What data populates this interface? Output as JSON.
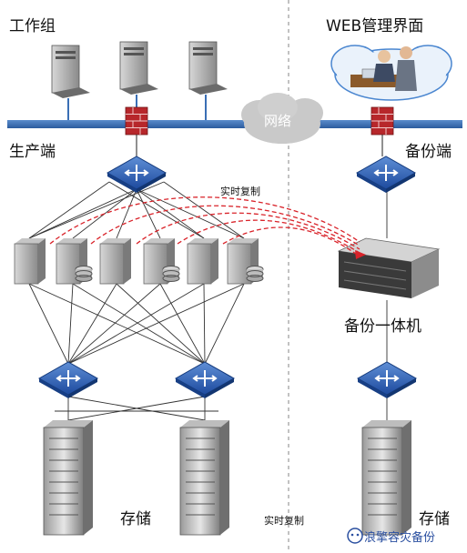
{
  "labels": {
    "workgroup": "工作组",
    "web_ui": "WEB管理界面",
    "production": "生产端",
    "backup_side": "备份端",
    "network": "网络",
    "realtime_copy_top": "实时复制",
    "appliance": "备份一体机",
    "storage_left": "存储",
    "storage_right": "存储",
    "realtime_copy_bottom": "实时复制",
    "watermark": "浪擎容灾备份"
  },
  "colors": {
    "network_bar": "#3a6fb5",
    "switch_blue": "#1f4fa8",
    "firewall_red": "#b7272b",
    "dashed_red": "#d9232a",
    "divider": "#9a9a9a",
    "cloud": "#c9c9c9"
  },
  "icons": {
    "workstation": "desktop-computer-icon",
    "firewall": "firewall-icon",
    "switch": "network-switch-icon",
    "server": "server-icon",
    "disk": "disk-stack-icon",
    "rack": "storage-rack-icon",
    "appliance": "backup-appliance-icon",
    "people": "admin-users-icon"
  }
}
